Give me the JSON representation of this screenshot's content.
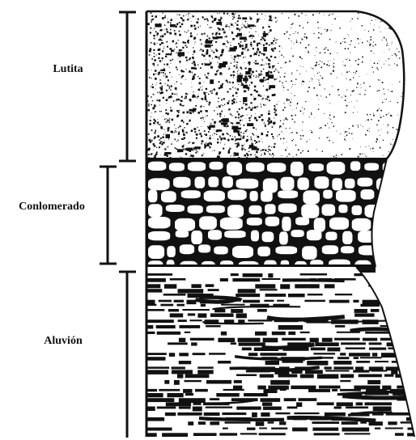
{
  "layers": [
    {
      "name": "Lutita",
      "texture": "fine-dotted-shale"
    },
    {
      "name": "Conlomerado",
      "texture": "rounded-pebbles"
    },
    {
      "name": "Aluvión",
      "texture": "irregular-sediment"
    }
  ],
  "colors": {
    "ink": "#111111",
    "paper": "#ffffff"
  }
}
